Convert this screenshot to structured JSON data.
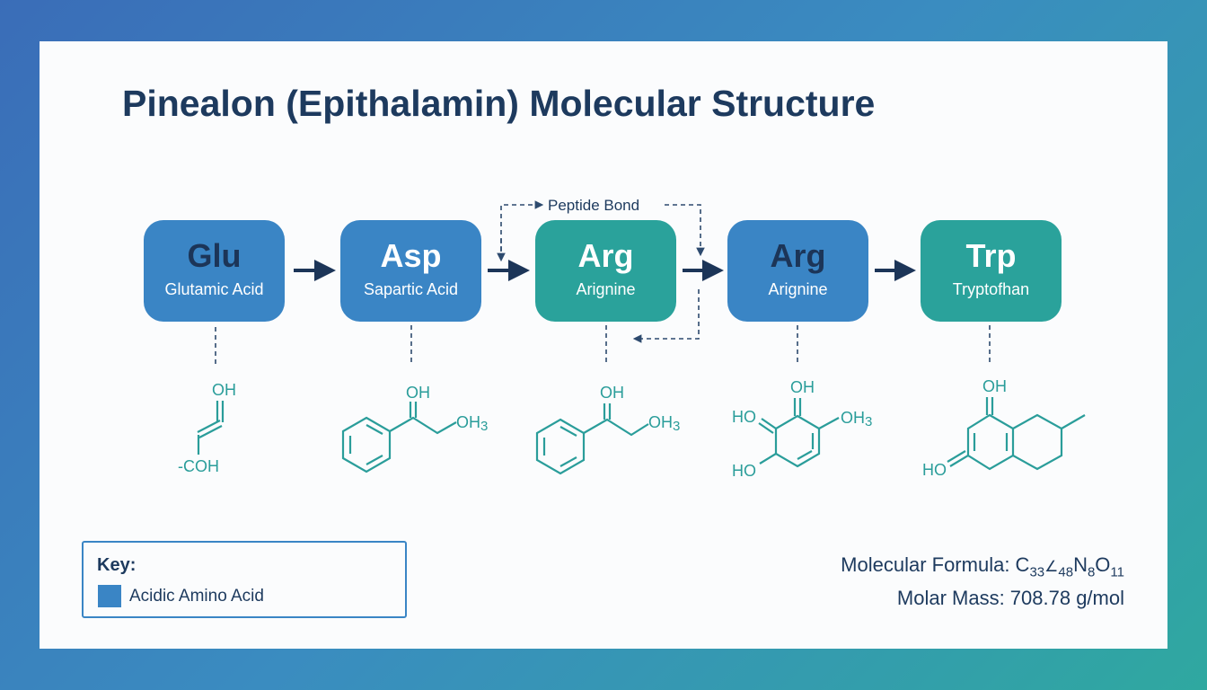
{
  "title": "Pinealon (Epithalamin) Molecular Structure",
  "peptide_bond_label": "Peptide Bond",
  "residues": [
    {
      "abbr": "Glu",
      "name": "Glutamic Acid",
      "color": "#3a85c5"
    },
    {
      "abbr": "Asp",
      "name": "Sapartic Acid",
      "color": "#3a85c5"
    },
    {
      "abbr": "Arg",
      "name": "Arignine",
      "color": "#2aa29b"
    },
    {
      "abbr": "Arg",
      "name": "Arignine",
      "color": "#3a85c5"
    },
    {
      "abbr": "Trp",
      "name": "Tryptofhan",
      "color": "#2aa29b"
    }
  ],
  "structures": {
    "glu": {
      "top": "OH",
      "bottom": "-COH"
    },
    "asp": {
      "top": "OH",
      "right": "OH",
      "right_sub": "3"
    },
    "arg1": {
      "top": "OH",
      "right": "OH",
      "right_sub": "3"
    },
    "arg2": {
      "top": "OH",
      "left_top": "HO",
      "right": "OH",
      "right_sub": "3",
      "left_bottom": "HO"
    },
    "trp": {
      "top": "OH",
      "left": "HO"
    }
  },
  "key": {
    "title": "Key:",
    "items": [
      {
        "label": "Acidic Amino Acid",
        "color": "#3a85c5"
      }
    ]
  },
  "formula": {
    "label": "Molecular Formula: ",
    "parts": [
      "C",
      "33",
      "∠",
      "48",
      "N",
      "8",
      "O",
      "11"
    ]
  },
  "molar_mass": "Molar Mass: 708.78 g/mol"
}
